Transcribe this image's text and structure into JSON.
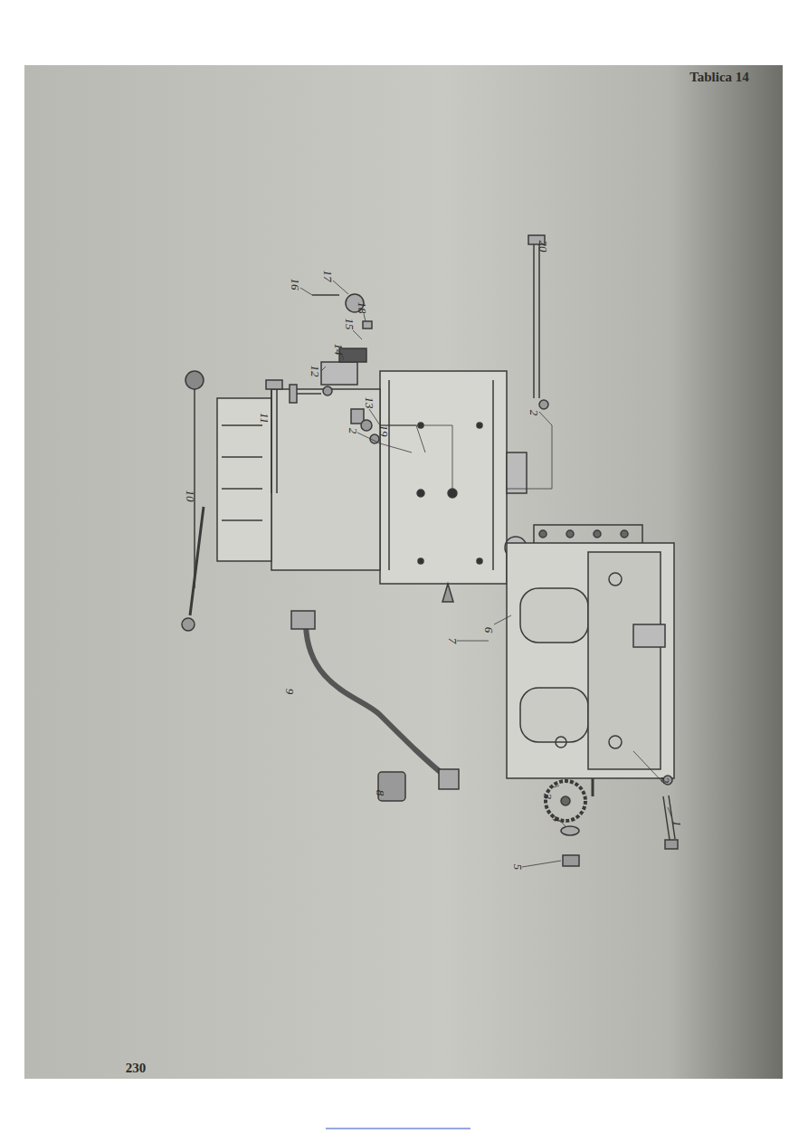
{
  "diagram": {
    "labels": [
      "Tablica 14",
      "1",
      "2",
      "3",
      "4",
      "5",
      "6",
      "7",
      "8",
      "9",
      "10",
      "11",
      "2",
      "13",
      "12",
      "14",
      "15",
      "16",
      "17",
      "18",
      "19",
      "20",
      "2",
      "230"
    ]
  }
}
